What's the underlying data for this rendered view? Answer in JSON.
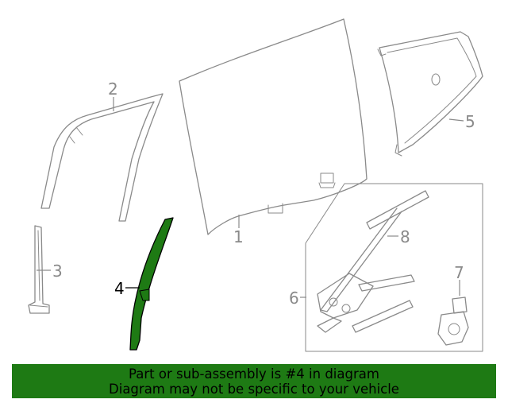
{
  "diagram": {
    "callouts": {
      "c1": "1",
      "c2": "2",
      "c3": "3",
      "c4": "4",
      "c5": "5",
      "c6": "6",
      "c7": "7",
      "c8": "8"
    },
    "highlighted_part": "4",
    "highlight_color": "#1e7a14",
    "line_color": "#8a8a8a"
  },
  "banner": {
    "line1": "Part or sub-assembly is #4 in diagram",
    "line2": "Diagram may not be specific to your vehicle",
    "background": "#1e7a14"
  }
}
